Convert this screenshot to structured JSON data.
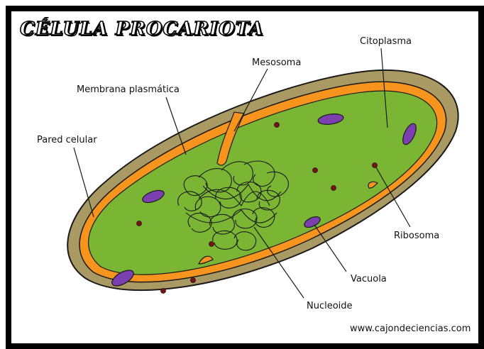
{
  "title": "CÉLULA PROCARIOTA",
  "labels": {
    "mesosoma": "Mesosoma",
    "citoplasma": "Citoplasma",
    "membrana": "Membrana plasmática",
    "pared": "Pared celular",
    "ribosoma": "Ribosoma",
    "vacuola": "Vacuola",
    "nucleoide": "Nucleoide"
  },
  "credit": "www.cajondeciencias.com",
  "colors": {
    "pared": "#a89a62",
    "membrana": "#f7941d",
    "citoplasma": "#7ab534",
    "vacuola": "#7b3fb0",
    "ribosoma": "#7a1010",
    "outline": "#1a1a1a"
  }
}
